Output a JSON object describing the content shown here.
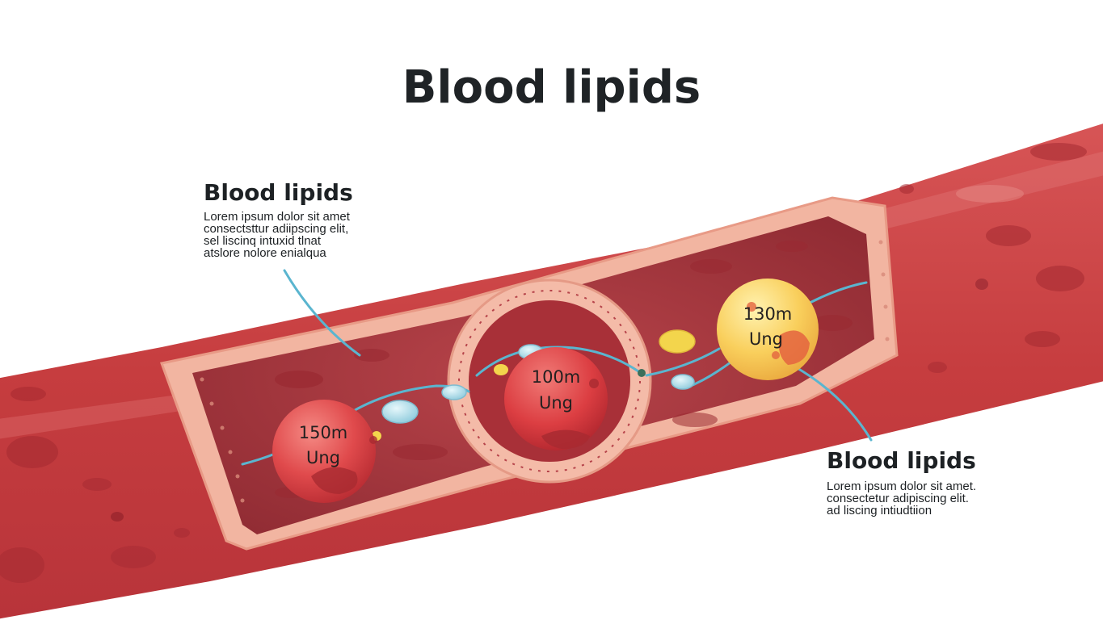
{
  "title": "Blood lipids",
  "callouts": [
    {
      "heading": "Blood lipids",
      "lines": [
        "Lorem ipsum dolor sit amet",
        "consectsttur adiipscing elit,",
        "sel liscinq intuxid tlnat",
        "atslore nolore enialqua"
      ]
    },
    {
      "heading": "Blood lipids",
      "lines": [
        "Lorem ipsum dolor sit amet.",
        "consectetur adipiscing elit.",
        "ad liscing intiudtiion"
      ]
    }
  ],
  "particles": [
    {
      "label": "150m",
      "sublabel": "Ung",
      "color": "#e04a4c"
    },
    {
      "label": "100m",
      "sublabel": "Ung",
      "color": "#dc3e42"
    },
    {
      "label": "130m",
      "sublabel": "Ung",
      "color": "#f6c64e"
    }
  ],
  "colors": {
    "vessel": "#c2393b",
    "vessel_highlight": "#d9585a",
    "vessel_wall": "#f2b5a1",
    "lumen": "#a8323a",
    "connector": "#5ab5cf",
    "lipid_blue": "#b4e2ec",
    "lipid_yellow": "#f3d54c",
    "text": "#1d2124"
  }
}
